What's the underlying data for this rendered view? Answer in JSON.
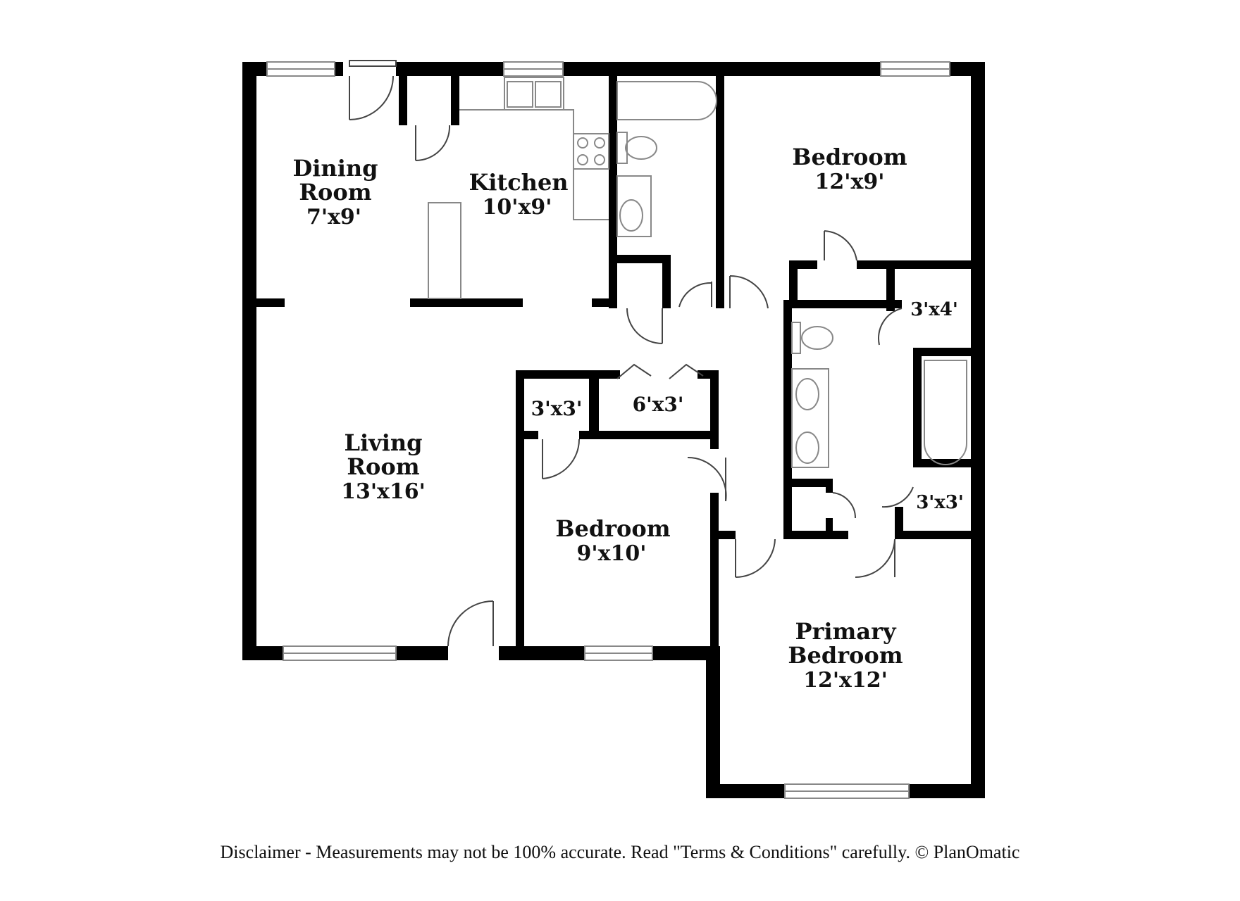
{
  "rooms": {
    "dining_room": {
      "name_line1": "Dining",
      "name_line2": "Room",
      "dims": "7'x9'"
    },
    "kitchen": {
      "name": "Kitchen",
      "dims": "10'x9'"
    },
    "bedroom_2": {
      "name": "Bedroom",
      "dims": "12'x9'"
    },
    "closet_3x4": {
      "dims": "3'x4'"
    },
    "closet_3x3_left": {
      "dims": "3'x3'"
    },
    "closet_6x3": {
      "dims": "6'x3'"
    },
    "living_room": {
      "name_line1": "Living",
      "name_line2": "Room",
      "dims": "13'x16'"
    },
    "bedroom_3": {
      "name": "Bedroom",
      "dims": "9'x10'"
    },
    "closet_3x3_right": {
      "dims": "3'x3'"
    },
    "primary_bedroom": {
      "name_line1": "Primary",
      "name_line2": "Bedroom",
      "dims": "12'x12'"
    }
  },
  "disclaimer": "Disclaimer - Measurements may not be 100% accurate. Read \"Terms & Conditions\" carefully. © PlanOmatic",
  "colors": {
    "wall": "#000000",
    "fixture": "#888888",
    "background": "#ffffff"
  }
}
